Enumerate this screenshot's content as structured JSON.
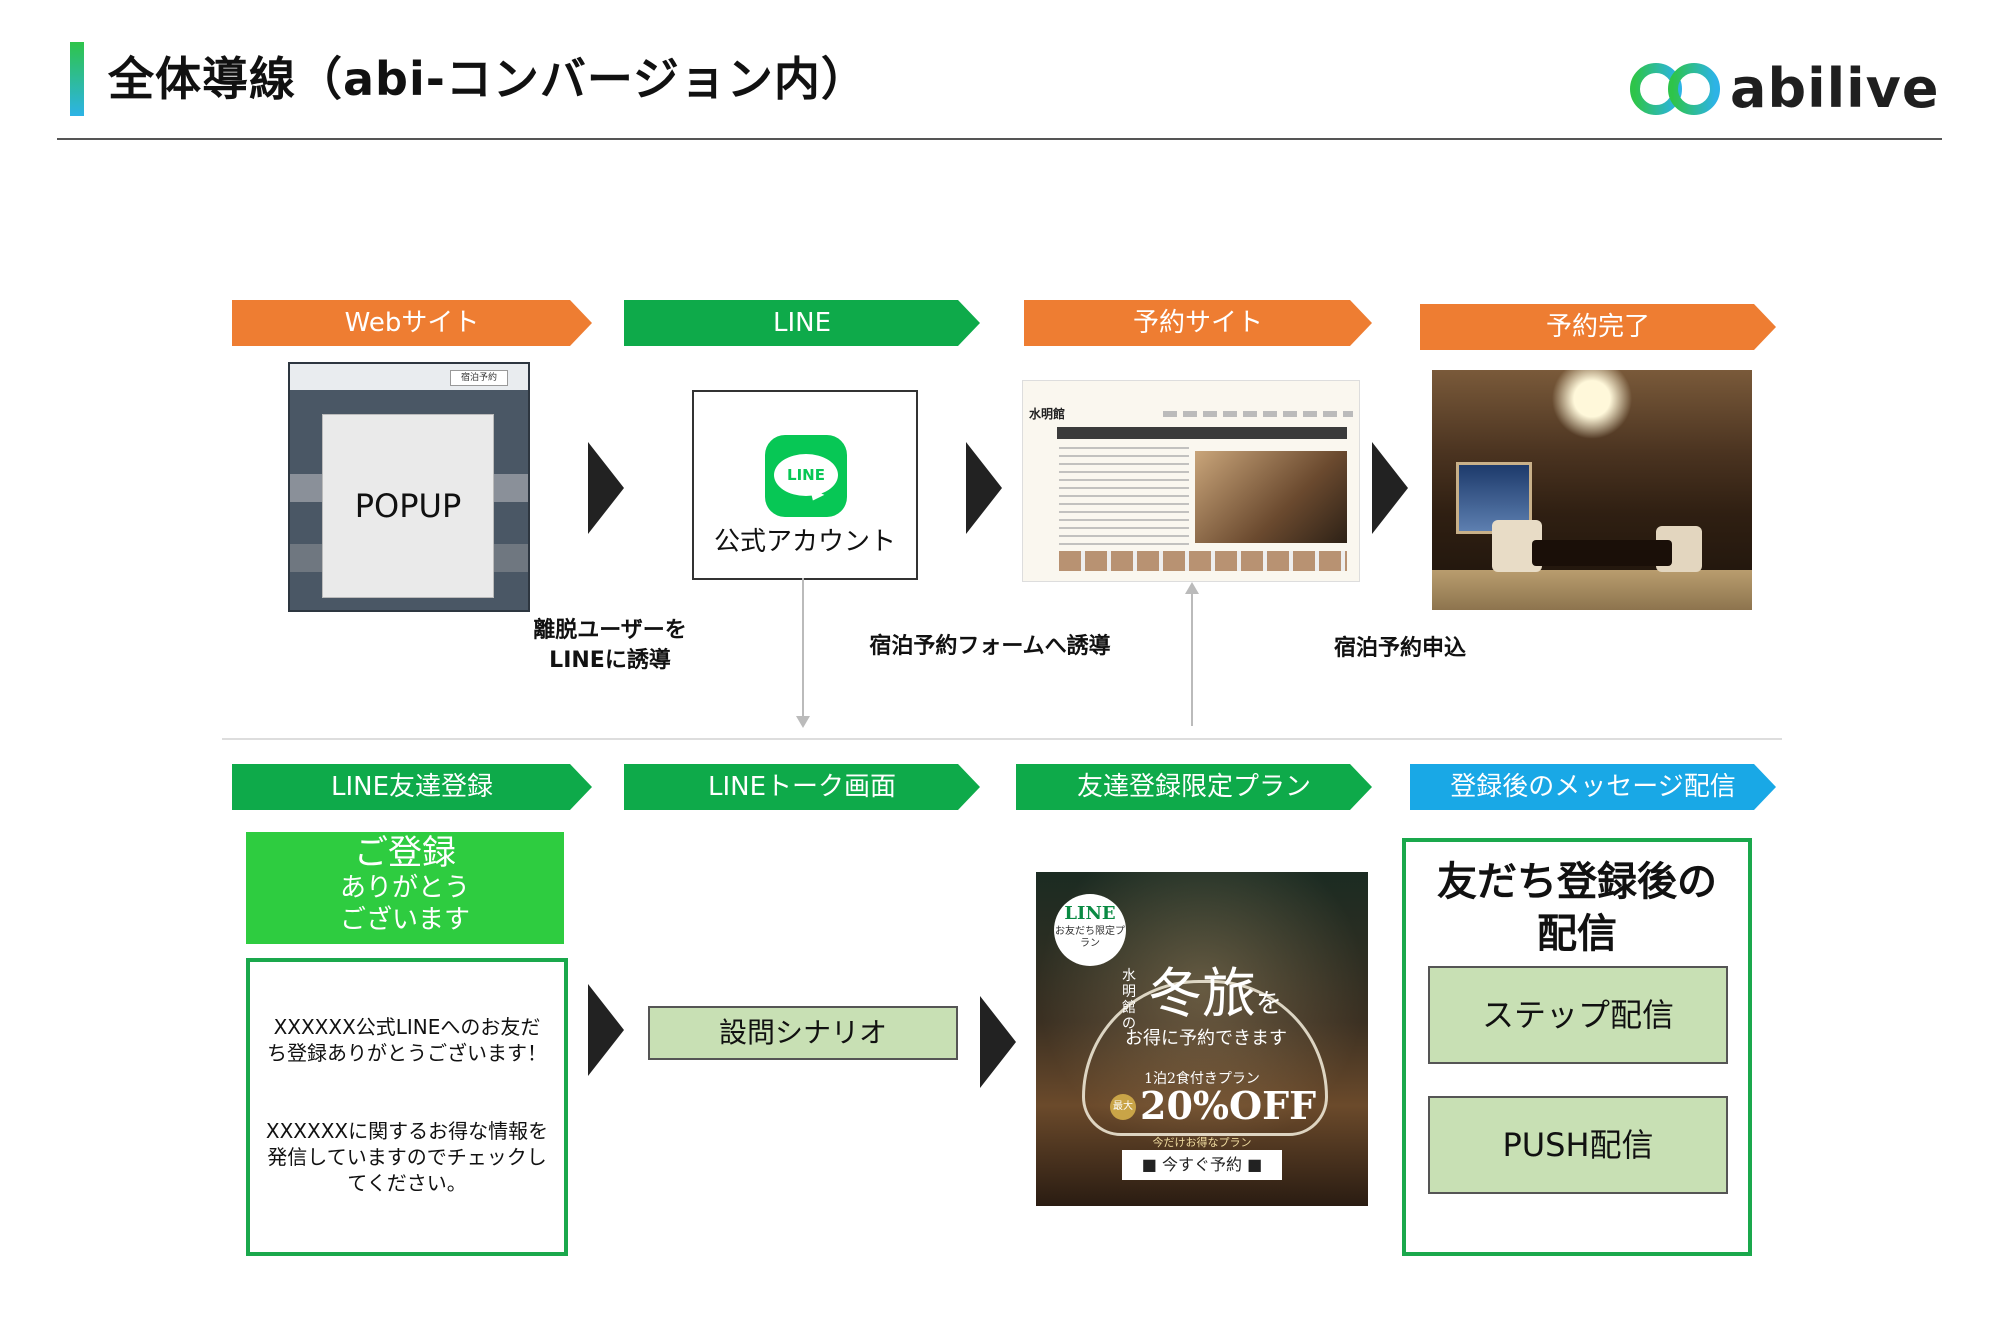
{
  "header": {
    "title": "全体導線（abi-コンバージョン内）",
    "logo_text": "abilive"
  },
  "top_steps": [
    {
      "label": "Webサイト",
      "color": "#ee7d32"
    },
    {
      "label": "LINE",
      "color": "#0eaa4a"
    },
    {
      "label": "予約サイト",
      "color": "#ee7d32"
    },
    {
      "label": "予約完了",
      "color": "#ee7d32"
    }
  ],
  "website": {
    "button": "宿泊予約",
    "popup": "POPUP"
  },
  "line_account": {
    "icon_text": "LINE",
    "label": "公式アカウント"
  },
  "resv_site": {
    "logo": "水明館"
  },
  "flow_labels": {
    "to_line_1": "離脱ユーザーを",
    "to_line_2": "LINEに誘導",
    "to_form": "宿泊予約フォームへ誘導",
    "apply": "宿泊予約申込"
  },
  "bottom_steps": [
    {
      "label": "LINE友達登録",
      "color": "#0eaa4a"
    },
    {
      "label": "LINEトーク画面",
      "color": "#0eaa4a"
    },
    {
      "label": "友達登録限定プラン",
      "color": "#0eaa4a"
    },
    {
      "label": "登録後のメッセージ配信",
      "color": "#19a8e6"
    }
  ],
  "thanks": {
    "line1": "ご登録",
    "line2": "ありがとう",
    "line3": "ございます"
  },
  "message": {
    "p1": "XXXXXX公式LINEへのお友だち登録ありがとうございます！",
    "p2": "XXXXXXに関するお得な情報を発信していますのでチェックしてください。"
  },
  "scenario": "設問シナリオ",
  "promo": {
    "badge_line": "LINE",
    "badge_sub": "お友だち限定プラン",
    "side": "水明館の",
    "big": "冬旅",
    "big_suffix": "を",
    "sub": "お得に予約できます",
    "plan": "1泊2食付きプラン",
    "max": "最大",
    "off": "20%OFF",
    "small": "今だけお得なプラン",
    "button": "■ 今すぐ予約 ■"
  },
  "delivery": {
    "title_1": "友だち登録後の",
    "title_2": "配信",
    "step": "ステップ配信",
    "push": "PUSH配信"
  }
}
